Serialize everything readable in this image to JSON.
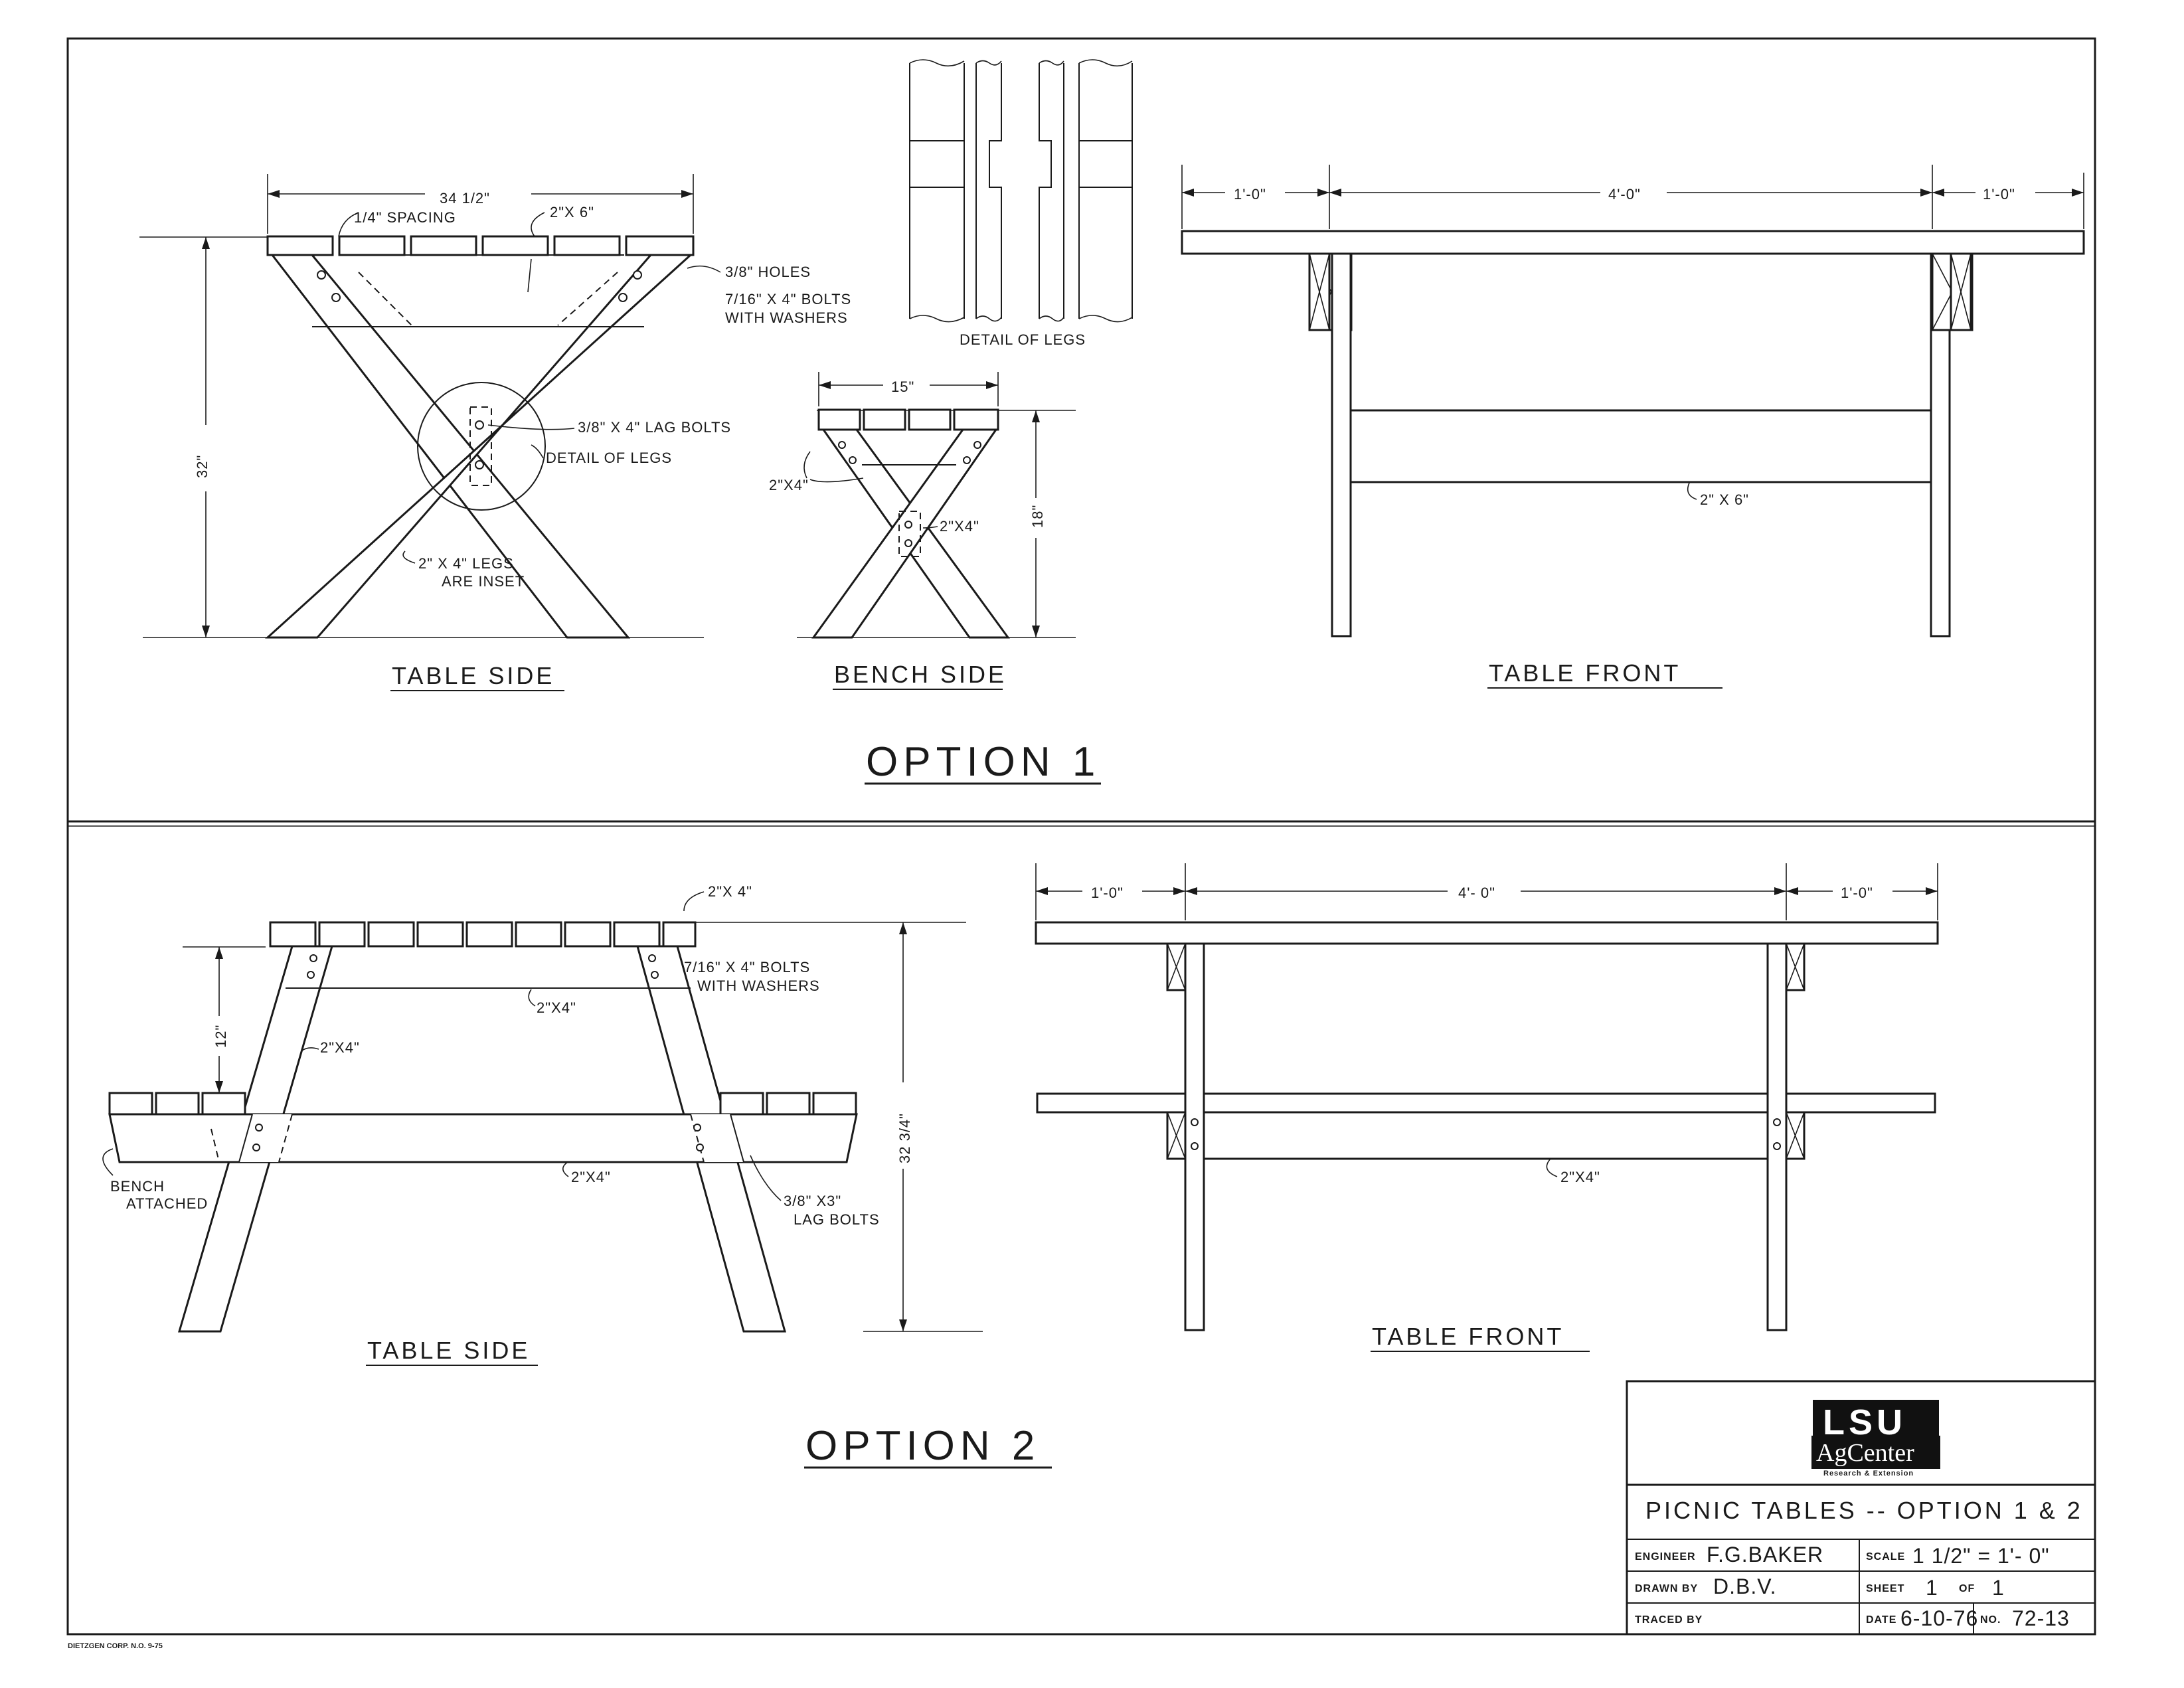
{
  "option1": {
    "heading": "OPTION 1",
    "table_side": {
      "title": "TABLE SIDE",
      "dim_width": "34 1/2\"",
      "dim_height": "32\"",
      "note_spacing": "1/4\" SPACING",
      "note_board": "2\"X 6\"",
      "note_holes": "3/8\" HOLES",
      "note_bolts_1": "7/16\" X 4\" BOLTS",
      "note_bolts_2": "WITH WASHERS",
      "note_lag": "3/8\" X 4\" LAG BOLTS",
      "note_detail": "DETAIL OF LEGS",
      "note_legs_1": "2\" X 4\" LEGS",
      "note_legs_2": "ARE INSET"
    },
    "bench_side": {
      "title": "BENCH SIDE",
      "dim_width": "15\"",
      "dim_height": "18\"",
      "note_a": "2\"X4\"",
      "note_b": "2\"X4\""
    },
    "detail_of_legs": {
      "title": "DETAIL OF LEGS"
    },
    "table_front": {
      "title": "TABLE FRONT",
      "dim_left": "1'-0\"",
      "dim_mid": "4'-0\"",
      "dim_right": "1'-0\"",
      "note_board": "2\" X 6\""
    }
  },
  "option2": {
    "heading": "OPTION 2",
    "table_side": {
      "title": "TABLE SIDE",
      "note_top": "2\"X 4\"",
      "note_bolts_1": "7/16\" X 4\" BOLTS",
      "note_bolts_2": "WITH WASHERS",
      "note_brace": "2\"X4\"",
      "note_leg": "2\"X4\"",
      "note_rail": "2\"X4\"",
      "note_lag_1": "3/8\" X3\"",
      "note_lag_2": "LAG BOLTS",
      "note_bench_1": "BENCH",
      "note_bench_2": "ATTACHED",
      "dim_seat": "12\"",
      "dim_height": "32 3/4\""
    },
    "table_front": {
      "title": "TABLE FRONT",
      "dim_left": "1'-0\"",
      "dim_mid": "4'- 0\"",
      "dim_right": "1'-0\"",
      "note_rail": "2\"X4\""
    }
  },
  "title_block": {
    "logo_top": "LSU",
    "logo_mid": "AgCenter",
    "logo_sub": "Research & Extension",
    "drawing_title": "PICNIC TABLES -- OPTION 1 & 2",
    "engineer_label": "ENGINEER",
    "engineer": "F.G.BAKER",
    "scale_label": "SCALE",
    "scale": "1 1/2\" = 1'- 0\"",
    "drawn_by_label": "DRAWN BY",
    "drawn_by": "D.B.V.",
    "sheet_label": "SHEET",
    "sheet": "1",
    "of_label": "OF",
    "sheet_of": "1",
    "traced_by_label": "TRACED BY",
    "traced_by": "",
    "date_label": "DATE",
    "date": "6-10-76",
    "no_label": "NO.",
    "drawing_no": "72-13"
  },
  "footer_stamp": "DIETZGEN CORP. N.O. 9-75"
}
